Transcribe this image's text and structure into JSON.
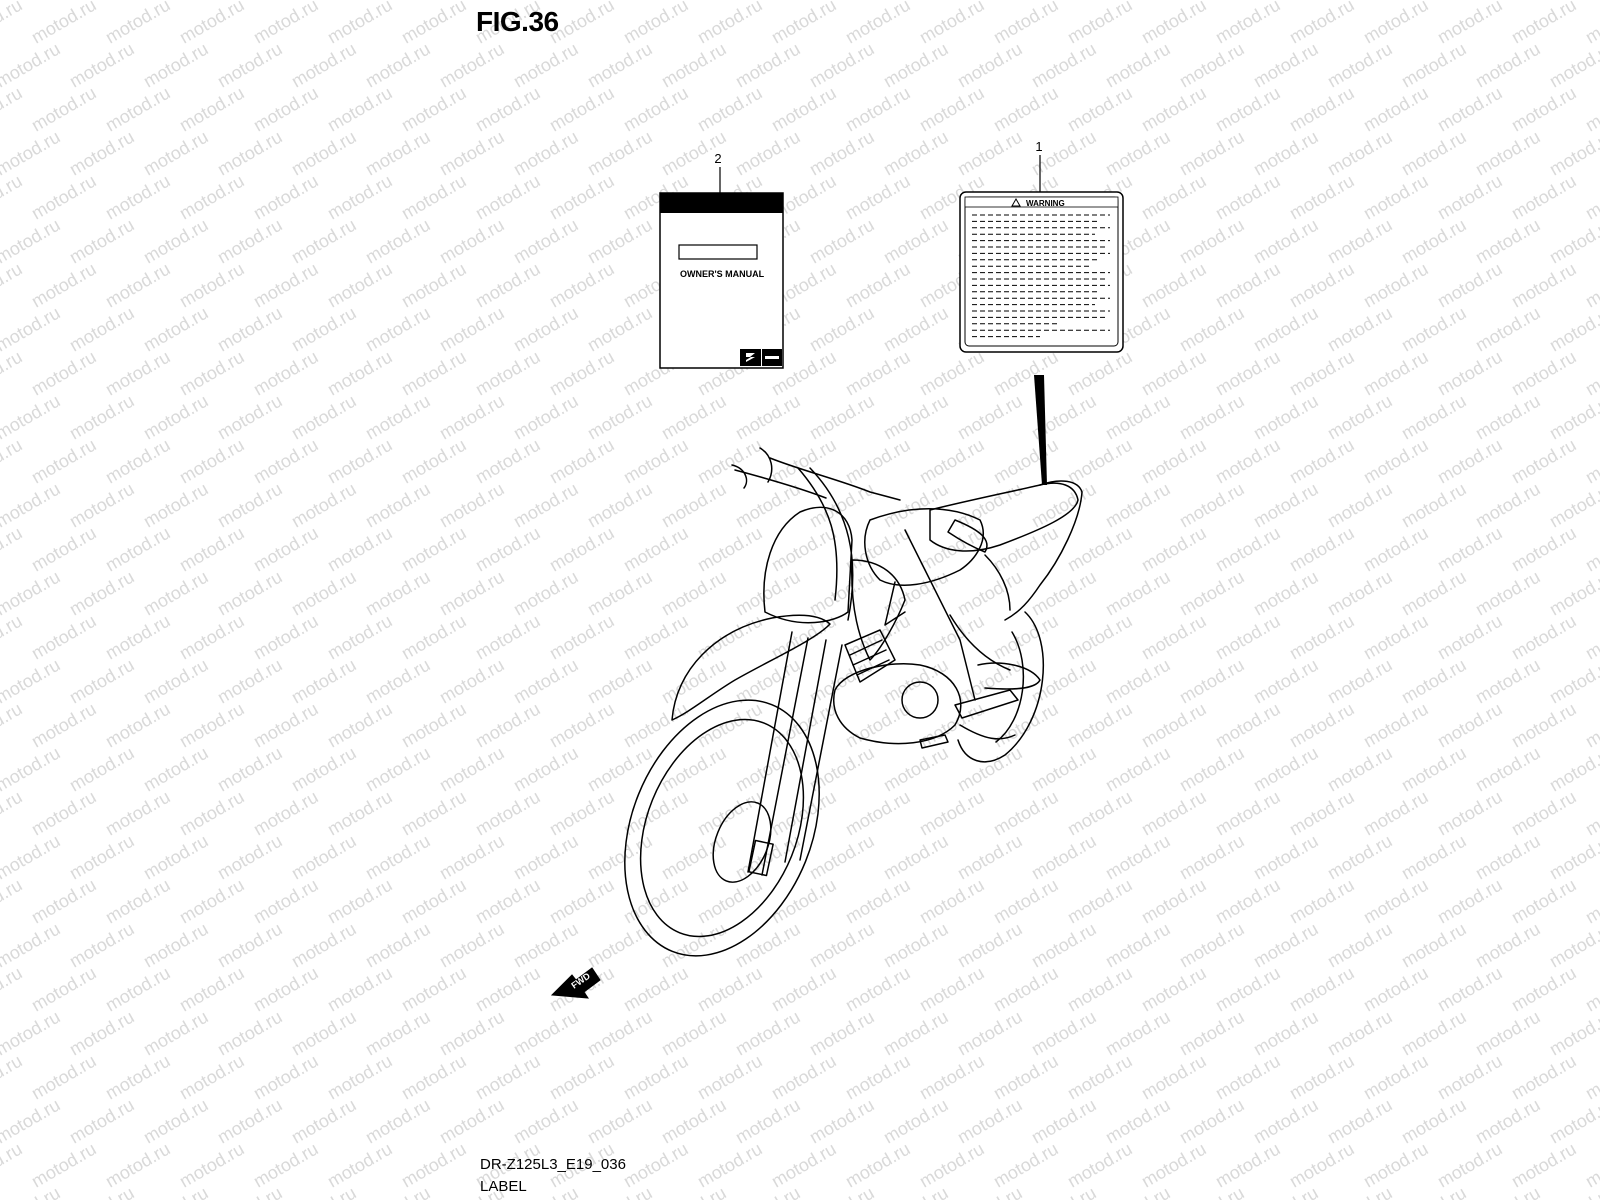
{
  "figure": {
    "title": "FIG.36",
    "code": "DR-Z125L3_E19_036",
    "name": "LABEL"
  },
  "watermark": {
    "text": "motod.ru",
    "color": "#d9d9d9"
  },
  "parts": [
    {
      "number": "1",
      "label_heading": "WARNING"
    },
    {
      "number": "2",
      "label_heading": "OWNER'S MANUAL"
    }
  ],
  "direction_arrow": {
    "text": "FWD"
  },
  "icons": [
    "warning-triangle-icon",
    "suzuki-logo-icon",
    "fwd-arrow-icon"
  ]
}
